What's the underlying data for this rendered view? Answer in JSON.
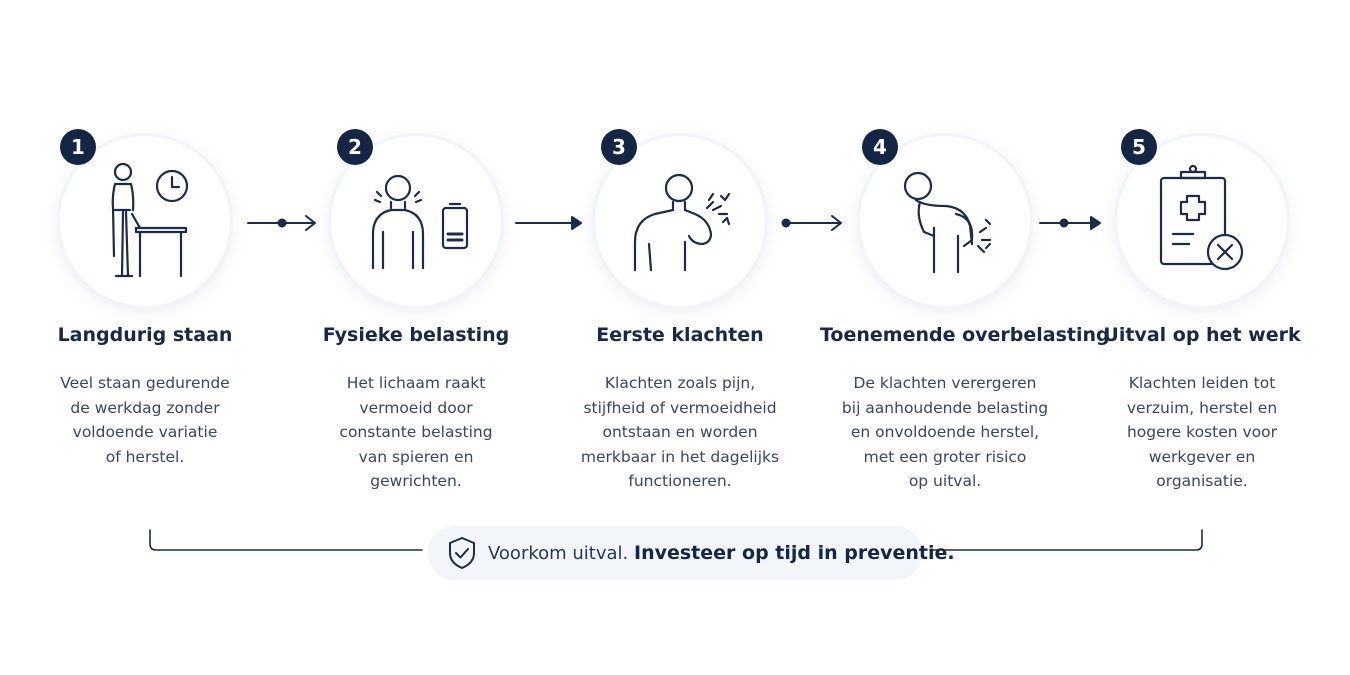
{
  "steps": [
    {
      "number": "1",
      "title": "Langdurig staan",
      "desc": [
        "Veel staan gedurende",
        "de werkdag zonder",
        "voldoende variatie",
        "of herstel."
      ],
      "icon": "standing-at-desk-clock-icon"
    },
    {
      "number": "2",
      "title": "Fysieke belasting",
      "desc": [
        "Het lichaam raakt",
        "vermoeid door",
        "constante belasting",
        "van spieren en",
        "gewrichten."
      ],
      "icon": "body-low-battery-icon"
    },
    {
      "number": "3",
      "title": "Eerste klachten",
      "desc": [
        "Klachten zoals pijn,",
        "stijfheid of vermoeidheid",
        "ontstaan en worden",
        "merkbaar in het dagelijks",
        "functioneren."
      ],
      "icon": "shoulder-pain-icon"
    },
    {
      "number": "4",
      "title": "Toenemende overbelasting",
      "desc": [
        "De klachten verergeren",
        "bij aanhoudende belasting",
        "en onvoldoende herstel,",
        "met een groter risico",
        "op uitval."
      ],
      "icon": "back-pain-icon"
    },
    {
      "number": "5",
      "title": "Uitval op het werk",
      "desc": [
        "Klachten leiden tot",
        "verzuim, herstel en",
        "hogere kosten voor",
        "werkgever en",
        "organisatie."
      ],
      "icon": "clipboard-cross-icon"
    }
  ],
  "footer": {
    "lead": "Voorkom uitval.",
    "emphasis": "Investeer op tijd in preventie.",
    "icon": "shield-check-icon"
  },
  "colors": {
    "navy": "#152544",
    "text": "#3a4660",
    "pill": "#f2f5f9"
  }
}
